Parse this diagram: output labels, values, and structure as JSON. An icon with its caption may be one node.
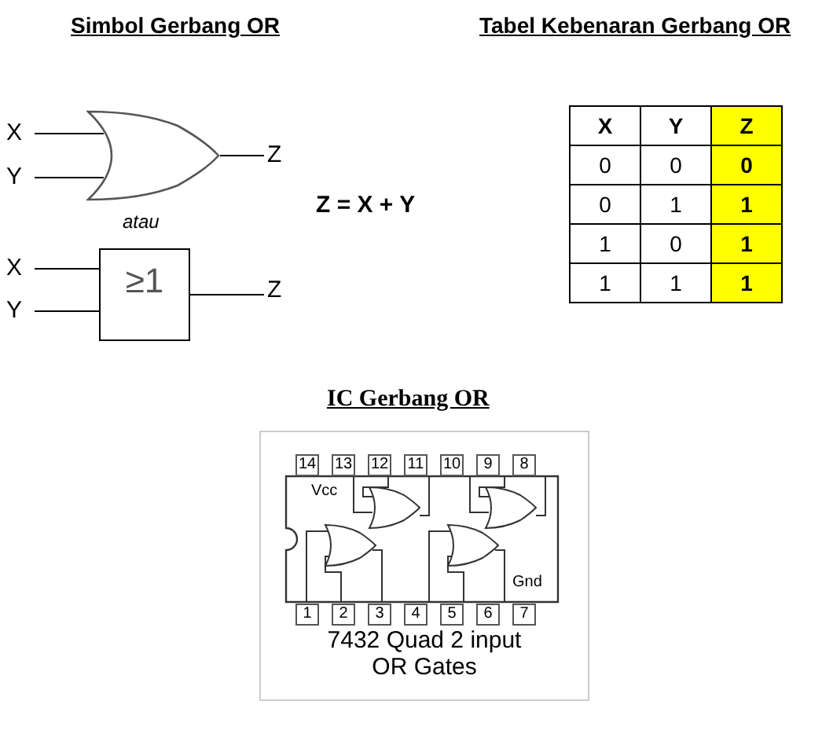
{
  "diagram": {
    "nodes": [
      {
        "text": [
          "X"
        ]
      },
      {
        "text": [
          "Y"
        ]
      },
      {
        "text": [],
        "shape": "gate"
      },
      {
        "text": [
          "Z"
        ]
      },
      {
        "text": [
          "X"
        ]
      },
      {
        "text": [
          "Y"
        ]
      },
      {
        "text": [
          "≥1"
        ]
      },
      {
        "text": [
          "Z"
        ]
      }
    ],
    "edges": [
      {
        "from": 0,
        "to": 2,
        "arrow": "none"
      },
      {
        "from": 1,
        "to": 2,
        "arrow": "none"
      },
      {
        "from": 2,
        "to": 3,
        "arrow": "none"
      },
      {
        "from": 4,
        "to": 6,
        "arrow": "none"
      },
      {
        "from": 5,
        "to": 6,
        "arrow": "none"
      },
      {
        "from": 6,
        "to": 7,
        "arrow": "none"
      }
    ],
    "labels": [
      "Simbol Gerbang OR",
      "Tabel Kebenaran Gerbang OR",
      "atau",
      "Z = X + Y",
      "X",
      "Y",
      "Z",
      "0",
      "0",
      "0",
      "0",
      "1",
      "1",
      "1",
      "0",
      "1",
      "1",
      "1",
      "1",
      "IC Gerbang OR",
      "14",
      "13",
      "12",
      "11",
      "10",
      "9",
      "8",
      "Vcc",
      "Gnd",
      "1",
      "2",
      "3",
      "4",
      "5",
      "6",
      "7",
      "7432 Quad 2 input OR Gates"
    ]
  }
}
